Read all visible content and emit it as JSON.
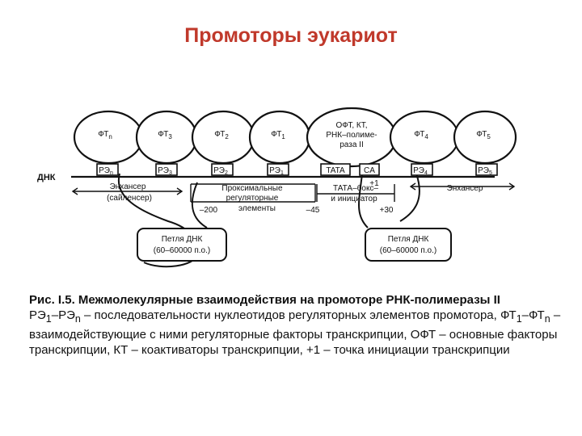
{
  "title": "Промоторы эукариот",
  "dna_label": "ДНК",
  "factors": [
    {
      "main": "ФТ",
      "sub": "n"
    },
    {
      "main": "ФТ",
      "sub": "3"
    },
    {
      "main": "ФТ",
      "sub": "2"
    },
    {
      "main": "ФТ",
      "sub": "1"
    },
    {
      "lines": [
        "ОФТ, КТ,",
        "РНК–полиме-",
        "раза II"
      ]
    },
    {
      "main": "ФТ",
      "sub": "4"
    },
    {
      "main": "ФТ",
      "sub": "5"
    }
  ],
  "elements": [
    {
      "main": "РЭ",
      "sub": "n"
    },
    {
      "main": "РЭ",
      "sub": "3"
    },
    {
      "main": "РЭ",
      "sub": "2"
    },
    {
      "main": "РЭ",
      "sub": "1"
    },
    {
      "main": "TATA",
      "sub": ""
    },
    {
      "main": "CA",
      "sub": ""
    },
    {
      "main": "РЭ",
      "sub": "4"
    },
    {
      "main": "РЭ",
      "sub": "5"
    }
  ],
  "regions": {
    "enhancer_left": [
      "Энхансер",
      "(сайленсер)"
    ],
    "proximal": [
      "Проксималь­ные",
      "регуляторные",
      "элементы"
    ],
    "tata_box": [
      "ТАТА–бокс–",
      "и инициатор"
    ],
    "enhancer_right": "Энхансер"
  },
  "positions": {
    "p200": "–200",
    "p45": "–45",
    "p1": "+1",
    "p30": "+30"
  },
  "loops": {
    "left": [
      "Петля ДНК",
      "(60–60000 п.о.)"
    ],
    "right": [
      "Петля ДНК",
      "(60–60000 п.о.)"
    ]
  },
  "caption": {
    "head": "Рис. I.5. Межмолекулярные взаимодействия на промоторе РНК-полимеразы II",
    "body_parts": [
      "РЭ",
      "1",
      "–РЭ",
      "n",
      " – последовательности нуклеотидов регуляторных элементов промотора, ФТ",
      "1",
      "–ФТ",
      "n",
      " – взаимодействующие с ними регуляторные факторы транскрипции, ОФТ – основные факторы транскрипции, КТ – коактиваторы транскрипции, +1 – точка инициации транскрипции"
    ]
  }
}
